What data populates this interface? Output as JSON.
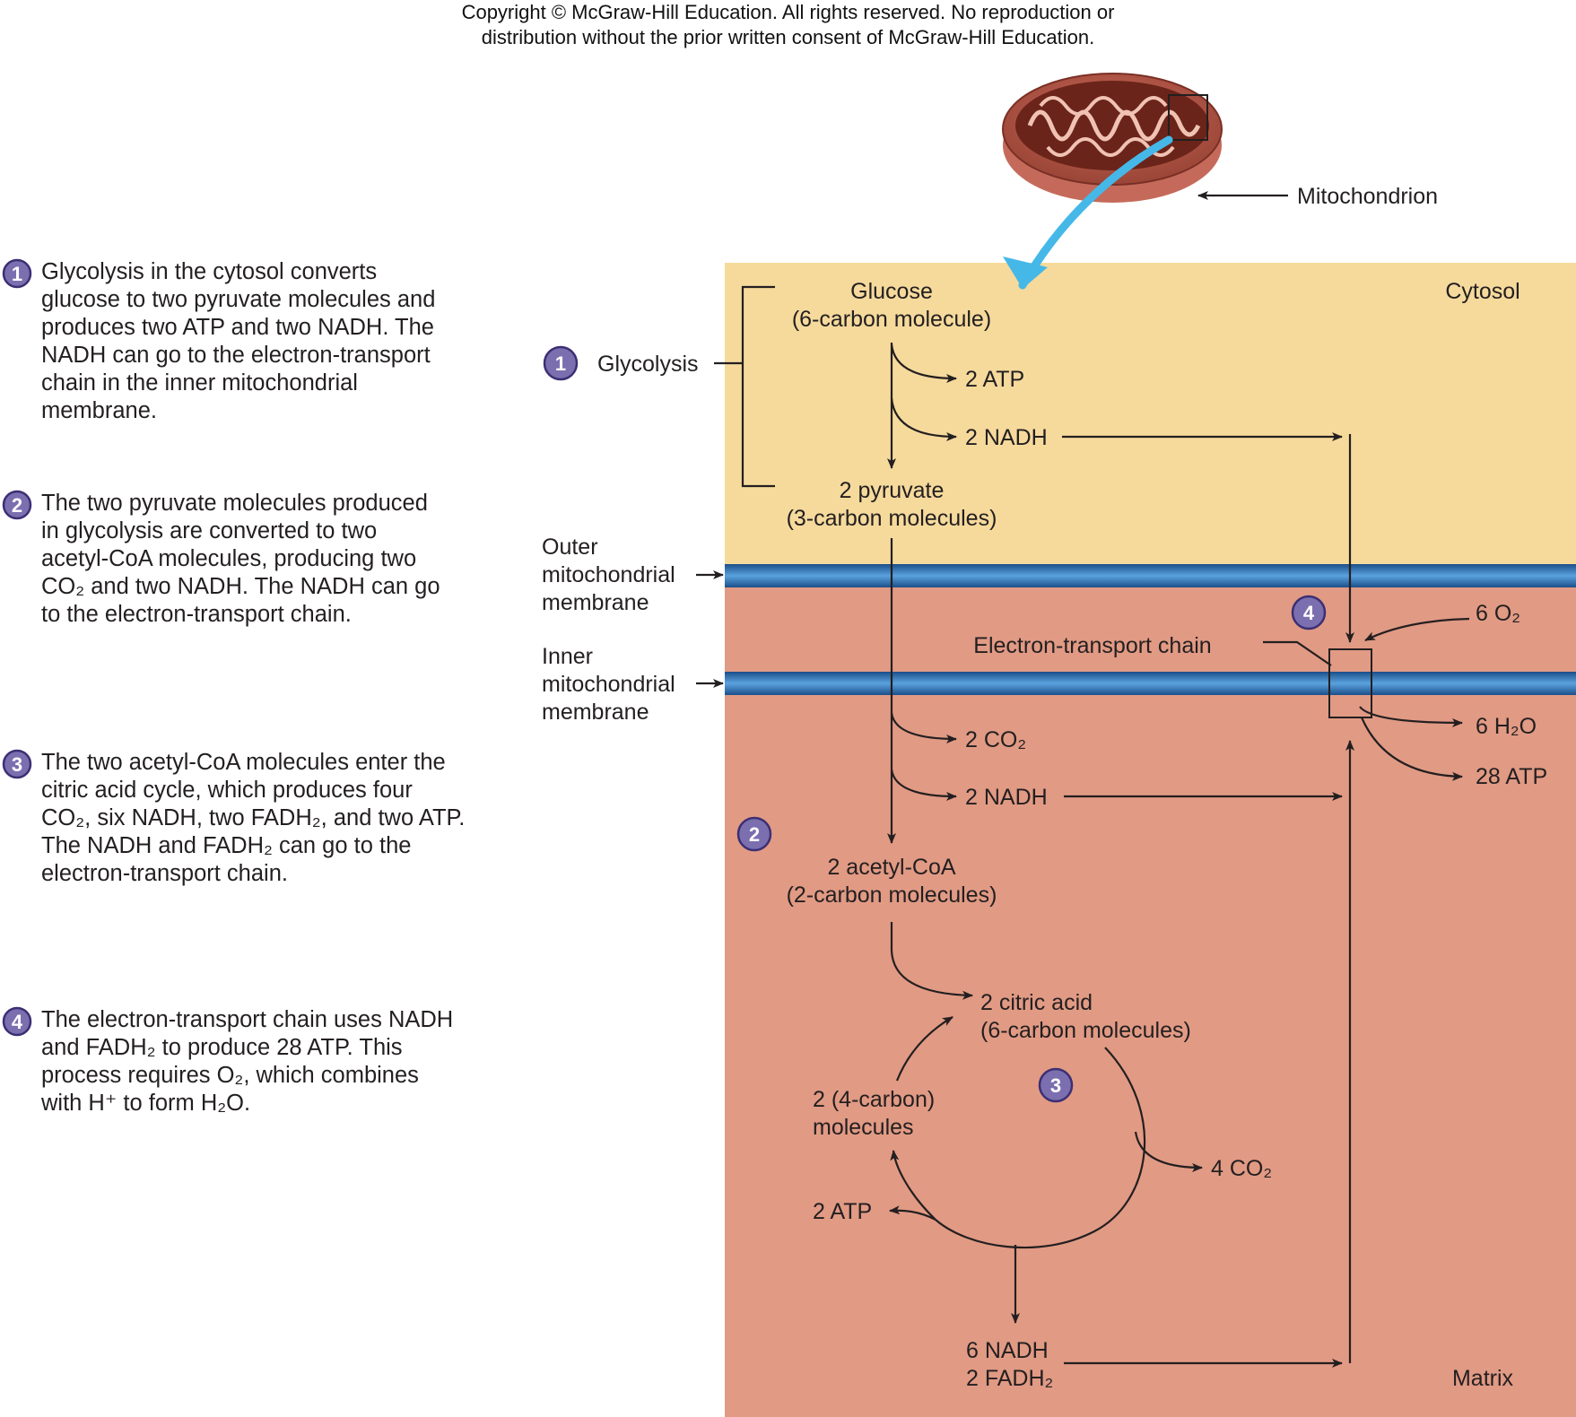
{
  "copyright": {
    "line1": "Copyright © McGraw-Hill Education. All rights reserved. No reproduction or",
    "line2": "distribution without the prior written consent of McGraw-Hill Education."
  },
  "steps": [
    {
      "num": "1",
      "text": "Glycolysis in the cytosol converts\nglucose to two pyruvate molecules and\nproduces two ATP and two NADH. The\nNADH can go to the electron-transport\nchain in the inner mitochondrial\nmembrane."
    },
    {
      "num": "2",
      "text": "The two pyruvate molecules produced\nin glycolysis are converted to two\nacetyl-CoA molecules, producing two\nCO₂ and two NADH. The NADH can go\nto the electron-transport chain."
    },
    {
      "num": "3",
      "text": "The two acetyl-CoA molecules enter the\ncitric acid cycle, which produces four\nCO₂, six NADH, two FADH₂, and two ATP.\nThe NADH and FADH₂ can go to the\nelectron-transport chain."
    },
    {
      "num": "4",
      "text": "The electron-transport chain uses NADH\nand FADH₂ to produce 28 ATP. This\nprocess requires O₂, which combines\nwith H⁺ to form H₂O."
    }
  ],
  "diagram": {
    "mitochondrion_label": "Mitochondrion",
    "cytosol_label": "Cytosol",
    "matrix_label": "Matrix",
    "glycolysis_num": "1",
    "glycolysis_label": "Glycolysis",
    "outer_membrane": [
      "Outer",
      "mitochondrial",
      "membrane"
    ],
    "inner_membrane": [
      "Inner",
      "mitochondrial",
      "membrane"
    ],
    "glucose": [
      "Glucose",
      "(6-carbon molecule)"
    ],
    "atp_glycolysis": "2 ATP",
    "nadh_glycolysis": "2 NADH",
    "pyruvate": [
      "2 pyruvate",
      "(3-carbon molecules)"
    ],
    "etc_num": "4",
    "etc_label": "Electron-transport chain",
    "o2": "6 O₂",
    "h2o": "6 H₂O",
    "atp_etc": "28 ATP",
    "co2_link": "2 CO₂",
    "nadh_link": "2 NADH",
    "link_num": "2",
    "acetyl": [
      "2 acetyl-CoA",
      "(2-carbon molecules)"
    ],
    "citric": [
      "2 citric acid",
      "(6-carbon molecules)"
    ],
    "cycle_num": "3",
    "four_carbon": [
      "2 (4-carbon)",
      "molecules"
    ],
    "co2_cycle": "4 CO₂",
    "atp_cycle": "2 ATP",
    "nadh_fadh": [
      "6 NADH",
      "2 FADH₂"
    ]
  },
  "colors": {
    "cytosol": "#f6da9c",
    "matrix": "#e19a84",
    "membrane": "#2f73b7",
    "badge": "#7c6fb0",
    "pointer_arrow": "#45b8e8"
  }
}
